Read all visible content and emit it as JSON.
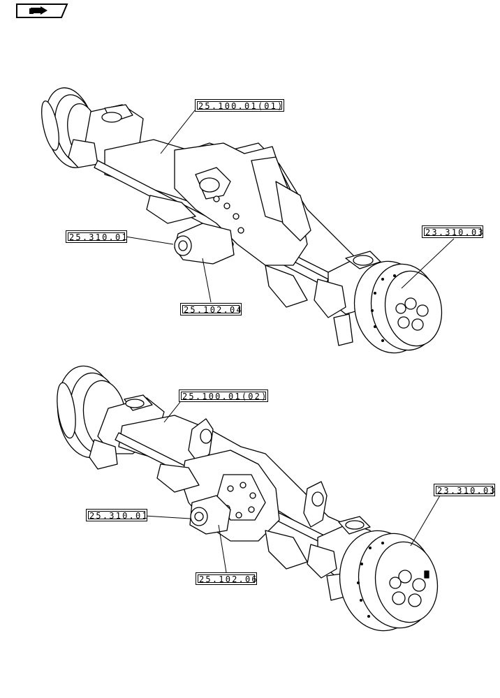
{
  "nav": {
    "icon": "page-back-icon"
  },
  "upper_assembly": {
    "callouts": [
      {
        "id": "upper-axle-housing",
        "label": "25.100.01(01)"
      },
      {
        "id": "upper-pinion",
        "label": "25.310.01"
      },
      {
        "id": "upper-differential",
        "label": "25.102.04"
      },
      {
        "id": "upper-hub",
        "label": "23.310.03"
      }
    ]
  },
  "lower_assembly": {
    "callouts": [
      {
        "id": "lower-axle-housing",
        "label": "25.100.01(02)"
      },
      {
        "id": "lower-pinion",
        "label": "25.310.01"
      },
      {
        "id": "lower-differential",
        "label": "25.102.06"
      },
      {
        "id": "lower-hub",
        "label": "23.310.03"
      }
    ]
  },
  "colors": {
    "line": "#000000",
    "background": "#ffffff"
  }
}
